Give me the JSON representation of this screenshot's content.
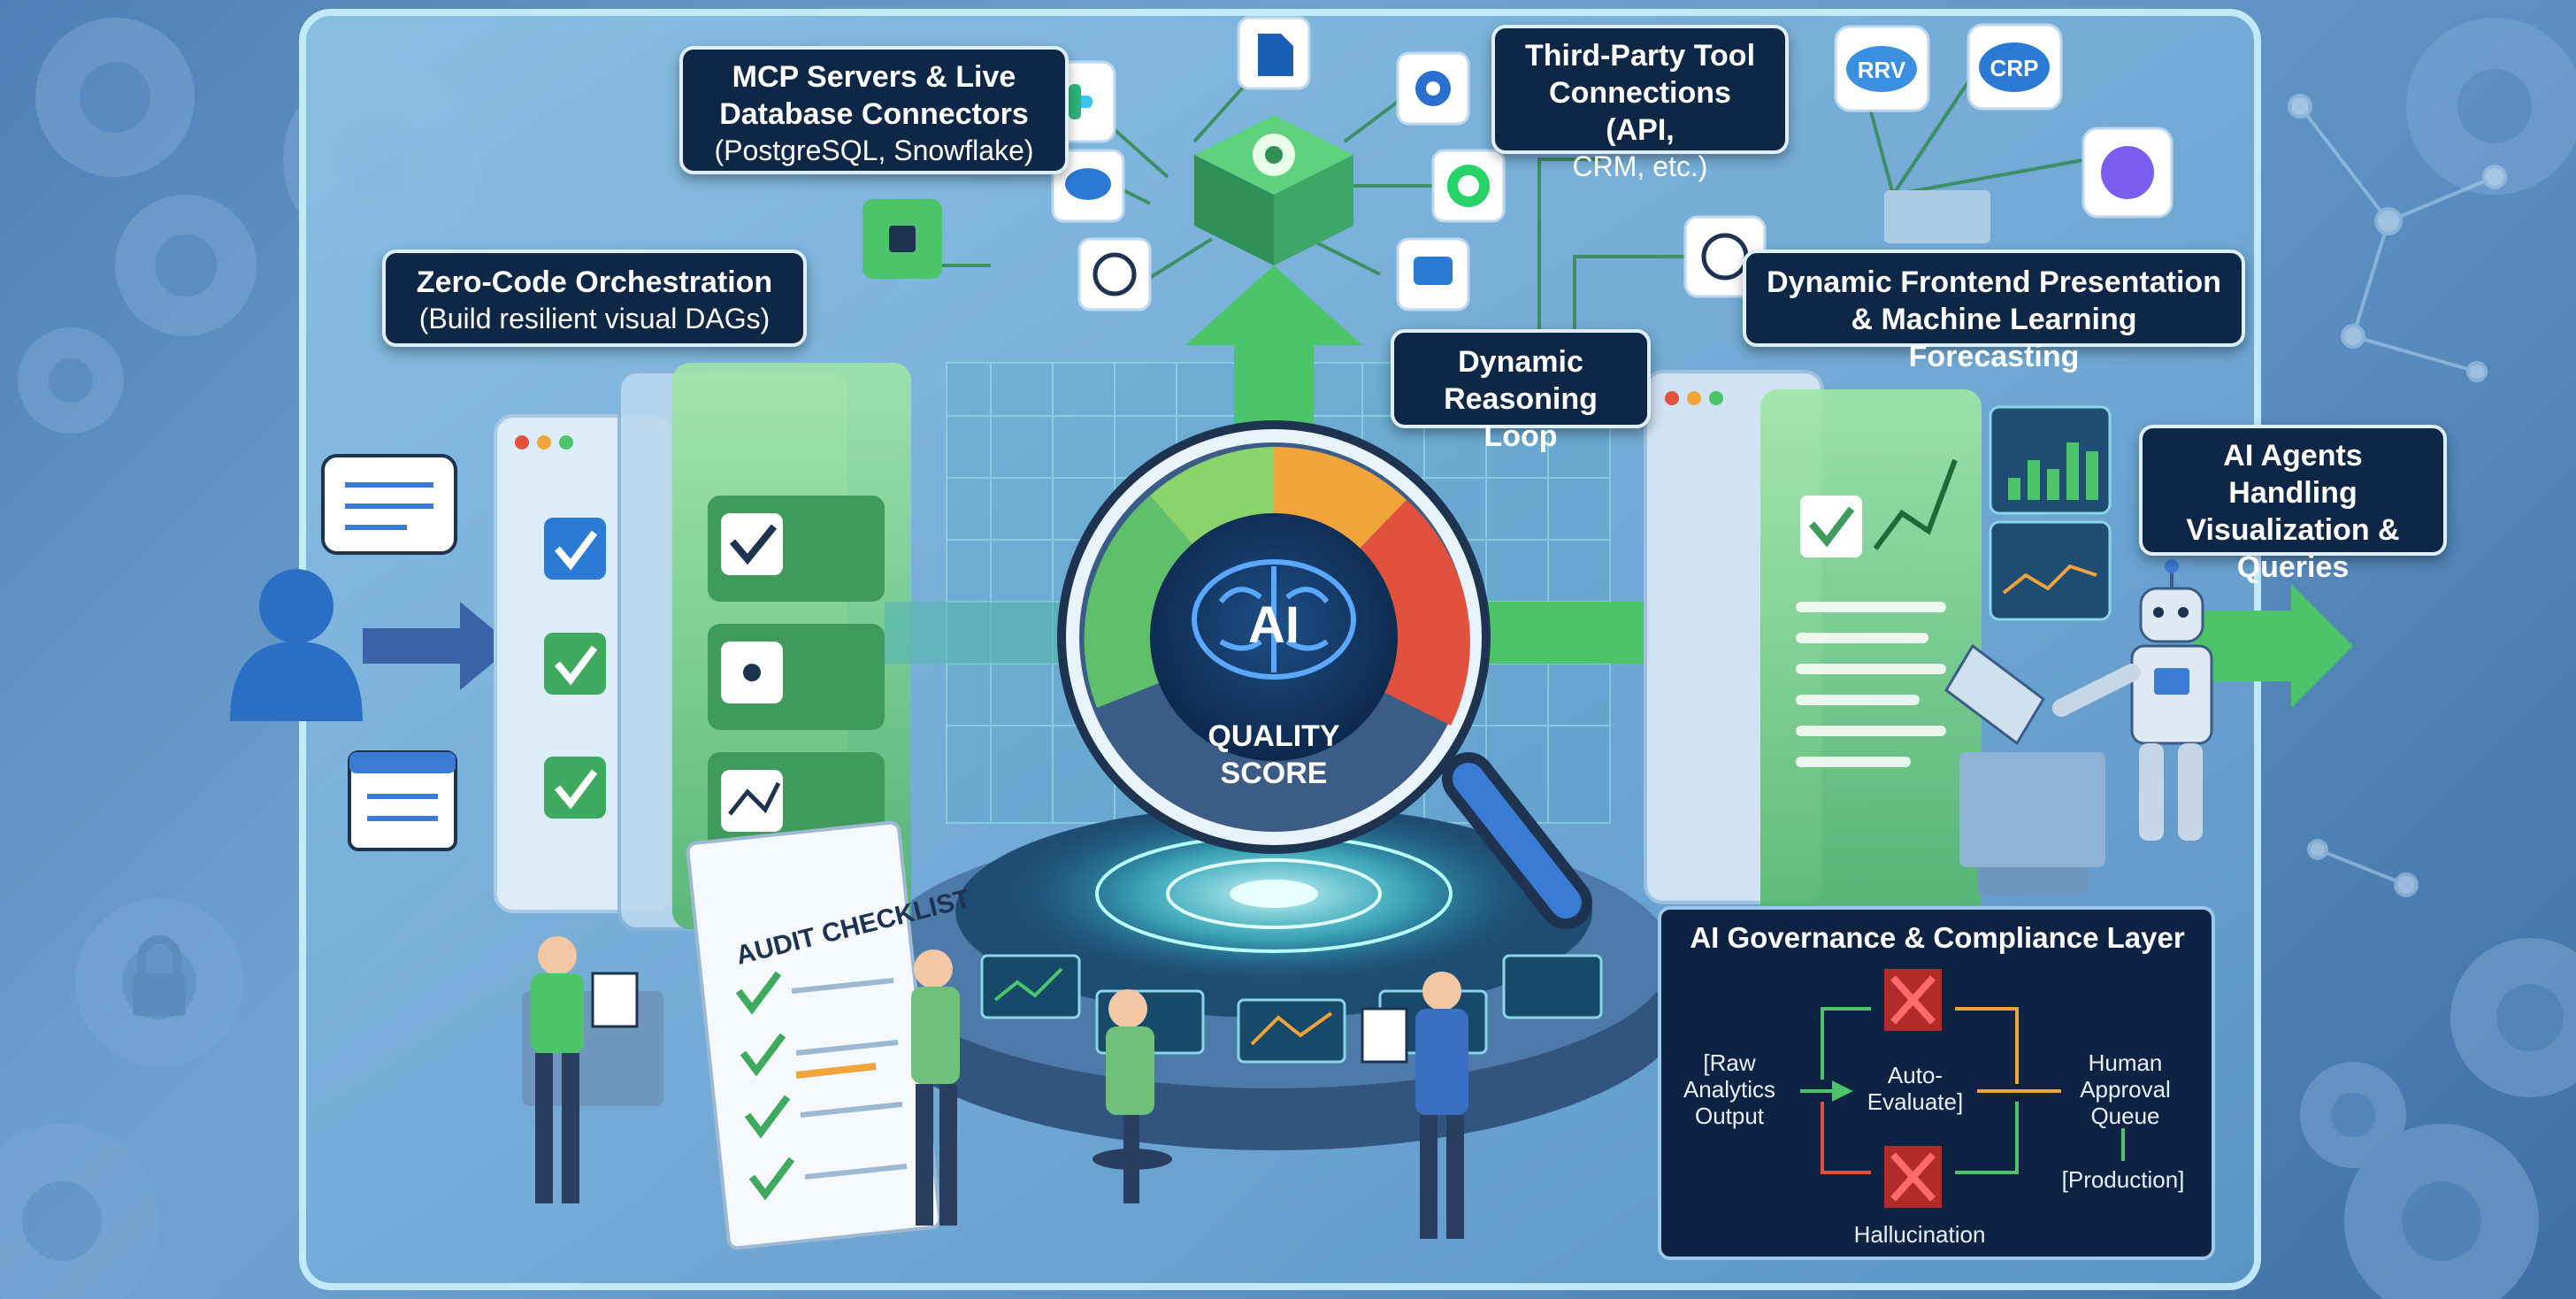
{
  "callouts": {
    "mcp": {
      "line1": "MCP Servers & Live",
      "line2": "Database Connectors",
      "line3": "(PostgreSQL, Snowflake)"
    },
    "third_party": {
      "line1": "Third-Party Tool",
      "line2": "Connections (API,",
      "line3": "CRM, etc.)"
    },
    "zero_code": {
      "line1": "Zero-Code Orchestration",
      "line2": "(Build resilient visual DAGs)"
    },
    "dynamic_frontend": {
      "line1": "Dynamic Frontend Presentation",
      "line2": "& Machine Learning Forecasting"
    },
    "reasoning": {
      "line1": "Dynamic",
      "line2": "Reasoning Loop"
    },
    "ai_agents": {
      "line1": "AI Agents Handling",
      "line2": "Visualization &",
      "line3": "Queries"
    }
  },
  "gauge": {
    "center": "AI",
    "label1": "QUALITY",
    "label2": "SCORE"
  },
  "audit": {
    "title": "AUDIT CHECKLIST"
  },
  "app_badges": {
    "rrv": "RRV",
    "crp": "CRP"
  },
  "governance": {
    "title": "AI Governance & Compliance Layer",
    "raw": [
      "[Raw",
      "Analytics",
      "Output"
    ],
    "evaluate": [
      "Auto-",
      "Evaluate]"
    ],
    "human": [
      "Human",
      "Approval",
      "Queue"
    ],
    "production": "[Production]",
    "hallucination": "Hallucination"
  },
  "colors": {
    "accent_green": "#4cc46a",
    "navy": "#0f2747",
    "gauge_red": "#e0523e",
    "gauge_orange": "#f0a43a"
  }
}
